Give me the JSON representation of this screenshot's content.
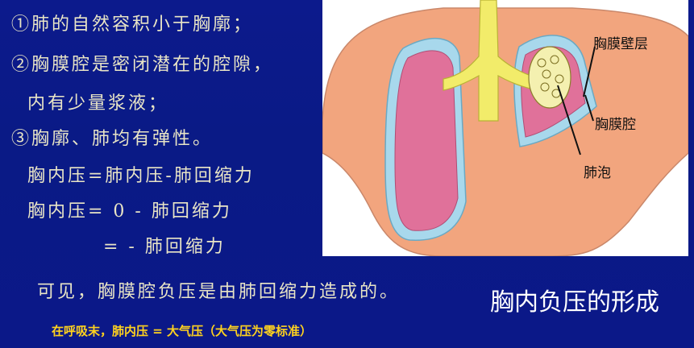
{
  "left_text": {
    "line1": "①肺的自然容积小于胸廓；",
    "line2": "②胸膜腔是密闭潜在的腔隙，",
    "line3": "内有少量浆液；",
    "line4": "③胸廓、肺均有弹性。",
    "line5": "胸内压=肺内压-肺回缩力",
    "line6": "胸内压= 0 - 肺回缩力",
    "line7": "= - 肺回缩力"
  },
  "conclusion": "可见，胸膜腔负压是由肺回缩力造成的。",
  "title": "胸内负压的形成",
  "note": "在呼吸末，肺内压 = 大气压（大气压为零标准）",
  "figure_labels": {
    "pleura_wall": "胸膜壁层",
    "pleural_cavity": "胸膜腔",
    "alveolus": "肺泡"
  },
  "colors": {
    "background": "#0c1a8c",
    "body_text": "#e9e5c6",
    "note_text": "#ffd21e",
    "torso": "#f2a57e",
    "lung": "#e0719a",
    "pleura": "#a8d8ec",
    "trachea": "#f2ec6a"
  }
}
